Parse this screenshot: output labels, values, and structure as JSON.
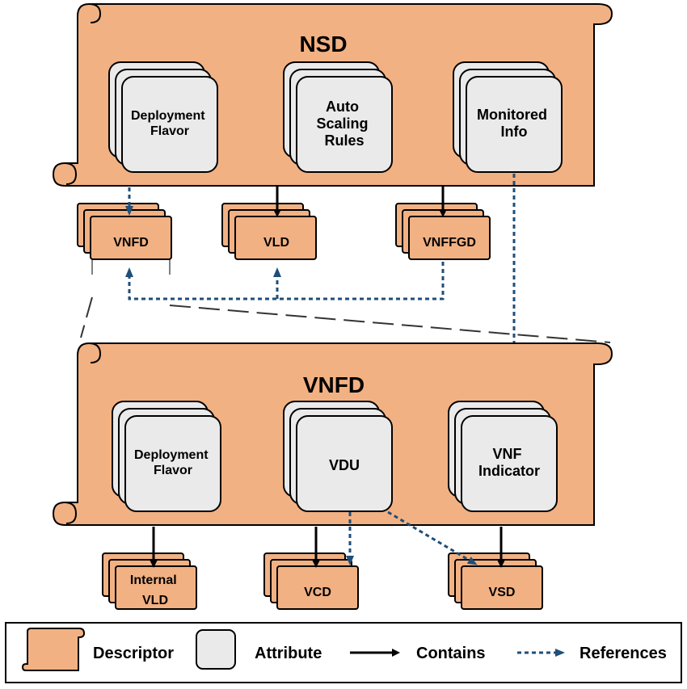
{
  "nsd": {
    "title": "NSD",
    "attributes": [
      {
        "lines": [
          "Deployment",
          "Flavor"
        ]
      },
      {
        "lines": [
          "Auto",
          "Scaling",
          "Rules"
        ]
      },
      {
        "lines": [
          "Monitored",
          "Info"
        ]
      }
    ],
    "descriptors": [
      "VNFD",
      "VLD",
      "VNFFGD"
    ]
  },
  "vnfd": {
    "title": "VNFD",
    "attributes": [
      {
        "lines": [
          "Deployment",
          "Flavor"
        ]
      },
      {
        "lines": [
          "VDU"
        ]
      },
      {
        "lines": [
          "VNF",
          "Indicator"
        ]
      }
    ],
    "descriptors": [
      {
        "lines": [
          "Internal",
          "VLD"
        ]
      },
      {
        "lines": [
          "VCD"
        ]
      },
      {
        "lines": [
          "VSD"
        ]
      }
    ]
  },
  "legend": {
    "descriptor": "Descriptor",
    "attribute": "Attribute",
    "contains": "Contains",
    "references": "References"
  },
  "colors": {
    "descriptor_fill": "#f2b183",
    "attribute_fill": "#eaeaea",
    "reference_arrow": "#1f4e79",
    "contains_arrow": "#000000"
  }
}
